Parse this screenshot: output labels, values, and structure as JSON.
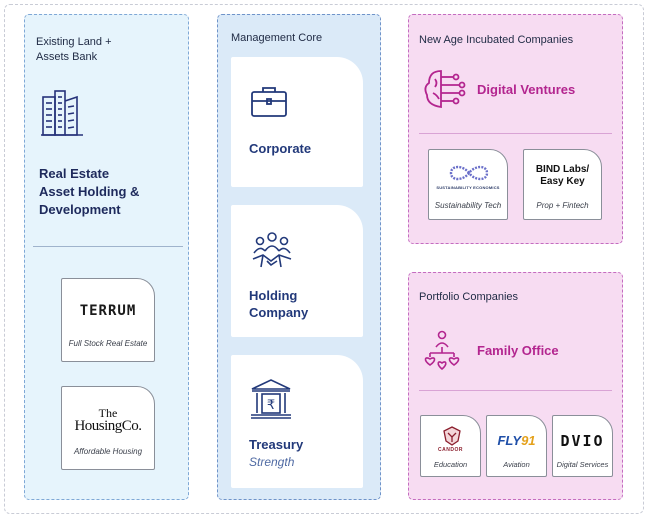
{
  "left_column": {
    "header_line1": "Existing Land +",
    "header_line2": "Assets Bank",
    "title_line1": "Real Estate",
    "title_line2": "Asset Holding &",
    "title_line3": "Development",
    "icon": "buildings-icon",
    "cards": [
      {
        "logo_text": "TERRUM",
        "caption": "Full Stock Real Estate"
      },
      {
        "logo_line1": "The",
        "logo_line2": "HousingCo.",
        "caption": "Affordable Housing"
      }
    ]
  },
  "middle_column": {
    "header": "Management Core",
    "cards": [
      {
        "label_line1": "Corporate",
        "icon": "briefcase-icon"
      },
      {
        "label_line1": "Holding",
        "label_line2": "Company",
        "icon": "team-handshake-icon"
      },
      {
        "label_line1": "Treasury",
        "sub": "Strength",
        "icon": "bank-rupee-icon"
      }
    ]
  },
  "ventures": {
    "header": "New Age Incubated Companies",
    "title": "Digital Ventures",
    "icon": "circuit-brain-icon",
    "cards": [
      {
        "logo_text": "SUSTAINABILITY ECONOMICS",
        "caption": "Sustainability Tech"
      },
      {
        "logo_line1": "BIND Labs/",
        "logo_line2": "Easy Key",
        "caption": "Prop + Fintech"
      }
    ]
  },
  "portfolio": {
    "header": "Portfolio Companies",
    "title": "Family Office",
    "icon": "family-network-icon",
    "cards": [
      {
        "logo_text": "CANDOR",
        "caption": "Education"
      },
      {
        "logo_part1": "FLY",
        "logo_part2": "91",
        "caption": "Aviation"
      },
      {
        "logo_text": "DVIO",
        "caption": "Digital Services"
      }
    ]
  },
  "colors": {
    "left_bg": "#e6f4fc",
    "mid_bg": "#dbeaf8",
    "right_bg": "#f7dcf2",
    "navy": "#1e2a5c",
    "magenta": "#b3258f"
  }
}
